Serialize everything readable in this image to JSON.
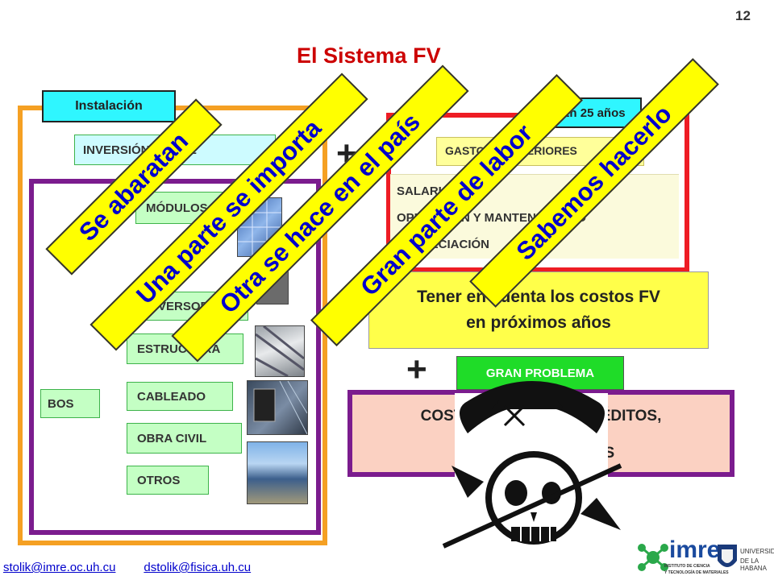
{
  "slide": {
    "number": "12",
    "title": "El Sistema FV"
  },
  "left": {
    "instalacion_tag": "Instalación",
    "inversion": "INVERSIÓN INICIAL",
    "modulos": "MÓDULOS",
    "inversor": "INVERSOR",
    "estructura": "ESTRUCTURA",
    "cableado": "CABLEADO",
    "obra_civil": "OBRA CIVIL",
    "otros": "OTROS",
    "bos": "BOS"
  },
  "right": {
    "en25_tag": "En 25 años",
    "gastos": "GASTOS POSTERIORES",
    "salarios": "SALARIOS",
    "operacion": "OPERACIÓN Y MANTENIMIENTO",
    "depreciacion": "DEPRECIACIÓN",
    "future_line1": "Tener en cuenta los costos FV",
    "future_line2": "en próximos años",
    "gran_problema": "GRAN  PROBLEMA",
    "bottom_line1": "COSTO DE CAPITAL, CRÉDITOS,",
    "bottom_line2": "TASAS DE INTERES",
    "plus": "+"
  },
  "banners": {
    "b1": "Se abaratan",
    "b2": "Una parte se importa",
    "b3": "Otra se hace en el país",
    "b4": "Gran parte de labor",
    "b5": "Sabemos hacerlo"
  },
  "footer": {
    "email1": "stolik@imre.oc.uh.cu",
    "email2": "dstolik@fisica.uh.cu"
  },
  "logo": {
    "name": "imre",
    "subtitle1": "INSTITUTO DE CIENCIA",
    "subtitle2": "Y TECNOLOGÍA DE MATERIALES",
    "uni1": "UNIVERSIDAD",
    "uni2": "DE LA HABANA"
  },
  "colors": {
    "title": "#cc0000",
    "banner_bg": "#ffff00",
    "banner_text": "#0000cc",
    "frame_orange": "#f5a023",
    "frame_purple": "#7b1c8e",
    "frame_red": "#ee1c24"
  }
}
